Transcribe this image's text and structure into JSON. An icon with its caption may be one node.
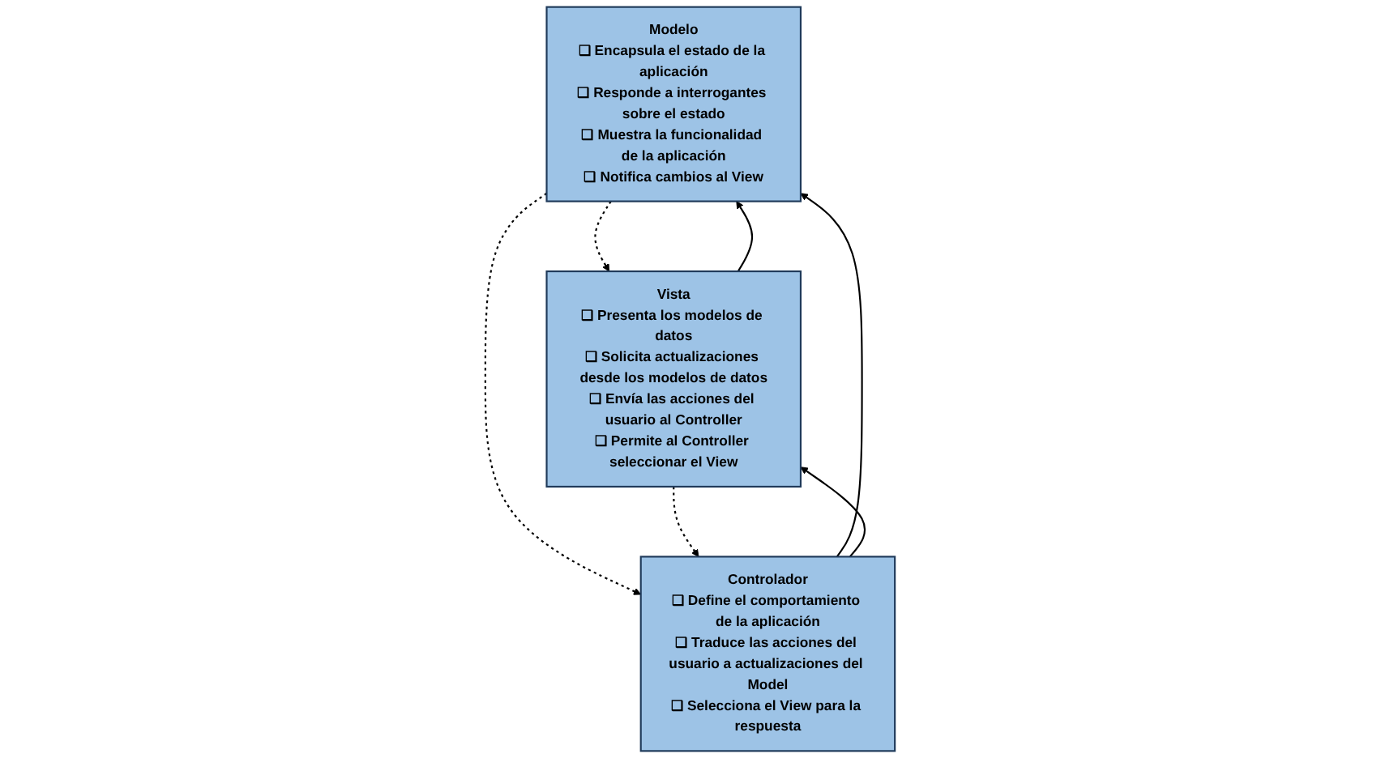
{
  "diagram": {
    "nodes": [
      {
        "text": [
          "Modelo",
          "❑ Encapsula el estado de la aplicación",
          "❑ Responde a interrogantes sobre el estado",
          "❑ Muestra la funcionalidad de la aplicación",
          "❑ Notifica cambios al View"
        ]
      },
      {
        "text": [
          "Vista",
          "❑ Presenta los modelos de datos",
          "❑ Solicita actualizaciones desde los modelos de datos",
          "❑ Envía las acciones del usuario al Controller",
          "❑ Permite al Controller seleccionar el View"
        ]
      },
      {
        "text": [
          "Controlador",
          "❑ Define el comportamiento de la aplicación",
          "❑ Traduce las acciones del usuario a actualizaciones del Model",
          "❑ Selecciona el View para la respuesta"
        ]
      }
    ],
    "edges": [
      {
        "from": 1,
        "to": 0,
        "arrow": "to"
      },
      {
        "from": 0,
        "to": 1,
        "arrow": "to",
        "style": "dashed"
      },
      {
        "from": 2,
        "to": 0,
        "arrow": "to"
      },
      {
        "from": 0,
        "to": 2,
        "arrow": "to",
        "style": "dashed"
      },
      {
        "from": 2,
        "to": 1,
        "arrow": "to"
      },
      {
        "from": 1,
        "to": 2,
        "arrow": "to",
        "style": "dashed"
      }
    ]
  }
}
